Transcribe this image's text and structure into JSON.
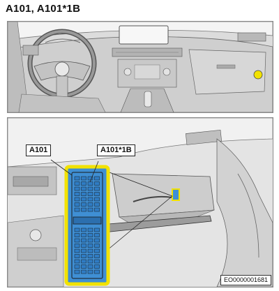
{
  "header": {
    "title": "A101, A101*1B"
  },
  "top_view": {
    "marker_color": "#f2e200"
  },
  "detail_view": {
    "labels": {
      "module": "A101",
      "connector": "A101*1B"
    },
    "connector_colors": {
      "frame": "#f2e200",
      "body": "#3f8fd4",
      "outline": "#1a1a1a"
    },
    "reference_code": "EO0000001681"
  }
}
